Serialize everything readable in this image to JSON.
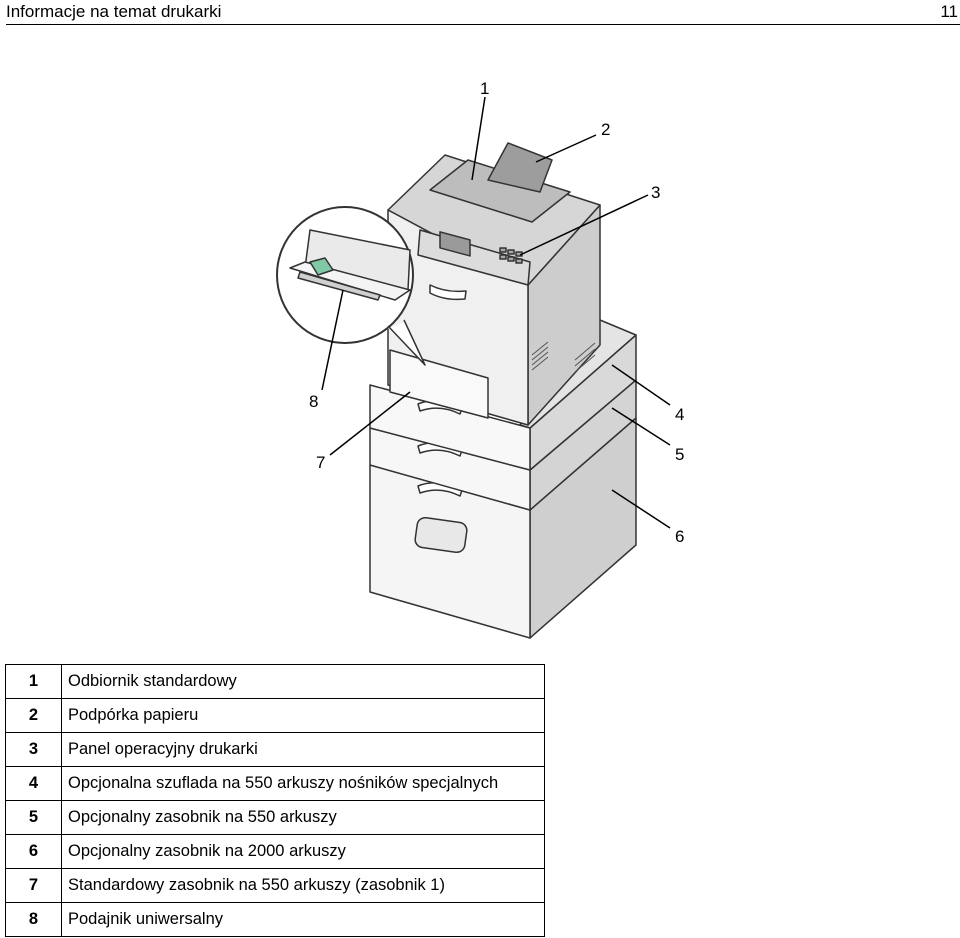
{
  "header": {
    "title": "Informacje na temat drukarki",
    "page_number": "11"
  },
  "figure": {
    "callouts": [
      "1",
      "2",
      "3",
      "4",
      "5",
      "6",
      "7",
      "8"
    ]
  },
  "legend": {
    "rows": [
      {
        "num": "1",
        "text": "Odbiornik standardowy"
      },
      {
        "num": "2",
        "text": "Podpórka papieru"
      },
      {
        "num": "3",
        "text": "Panel operacyjny drukarki"
      },
      {
        "num": "4",
        "text": "Opcjonalna szuflada na 550 arkuszy nośników specjalnych"
      },
      {
        "num": "5",
        "text": "Opcjonalny zasobnik na 550 arkuszy"
      },
      {
        "num": "6",
        "text": "Opcjonalny zasobnik na 2000 arkuszy"
      },
      {
        "num": "7",
        "text": "Standardowy zasobnik na 550 arkuszy (zasobnik 1)"
      },
      {
        "num": "8",
        "text": "Podajnik uniwersalny"
      }
    ]
  }
}
